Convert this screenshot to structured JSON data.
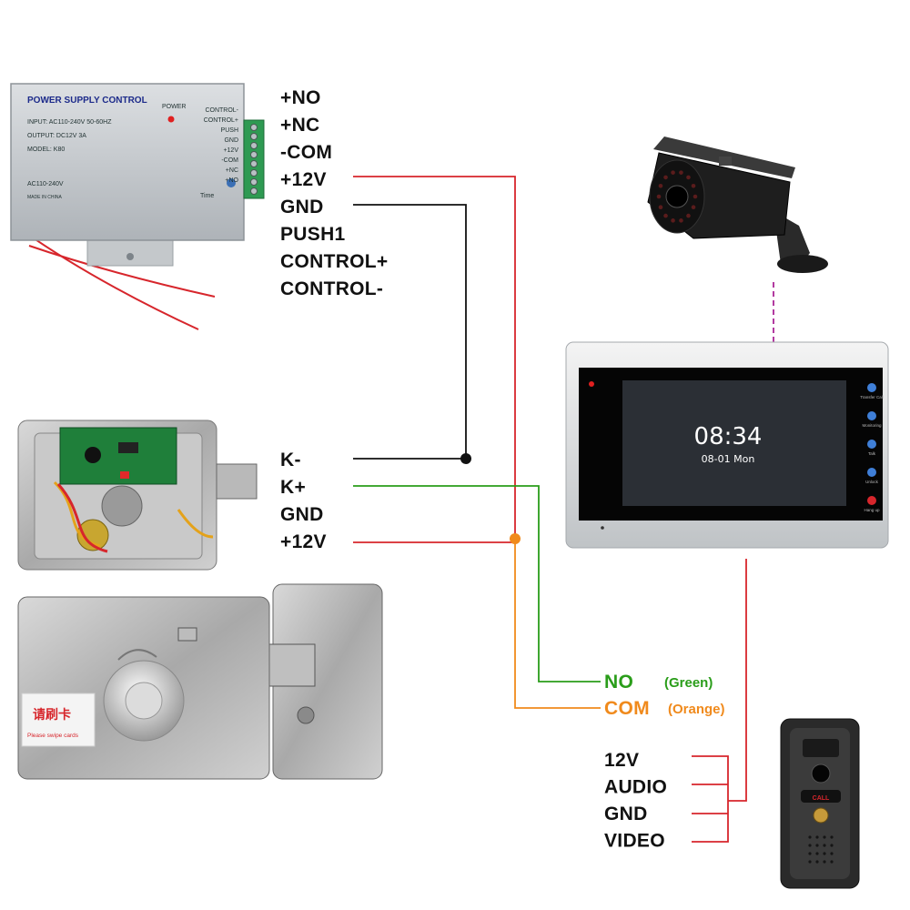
{
  "power_supply": {
    "title": "POWER SUPPLY CONTROL",
    "power_label": "POWER",
    "specs": [
      "INPUT: AC110-240V 50-60HZ",
      "OUTPUT: DC12V 3A",
      "MODEL: K80"
    ],
    "ac_label": "AC110-240V",
    "made_in": "MADE IN CHINA",
    "time_label": "Time",
    "side_terminals": [
      "CONTROL-",
      "CONTROL+",
      "PUSH",
      "GND",
      "+12V",
      "-COM",
      "+NC",
      "+NO"
    ],
    "terminals": [
      "+NO",
      "+NC",
      "-COM",
      "+12V",
      "GND",
      "PUSH1",
      "CONTROL+",
      "CONTROL-"
    ]
  },
  "lock": {
    "terminals": [
      "K-",
      "K+",
      "GND",
      "+12V"
    ],
    "sticker_cn": "请刷卡",
    "sticker_en": "Please swipe cards"
  },
  "monitor": {
    "time": "08:34",
    "date": "08-01 Mon",
    "buttons": [
      "Transfer Call",
      "Monitoring",
      "Talk",
      "Unlock",
      "Hang up"
    ]
  },
  "relay_outputs": [
    {
      "name": "NO",
      "note": "(Green)",
      "color": "#2a9d1a"
    },
    {
      "name": "COM",
      "note": "(Orange)",
      "color": "#f08a1c"
    }
  ],
  "doorbell": {
    "terminals": [
      "12V",
      "AUDIO",
      "GND",
      "VIDEO"
    ],
    "call_label": "CALL"
  },
  "wire_colors": {
    "red": "#d7262c",
    "black": "#111111",
    "green": "#2a9d1a",
    "orange": "#f08a1c",
    "purple": "#b23aa0"
  }
}
